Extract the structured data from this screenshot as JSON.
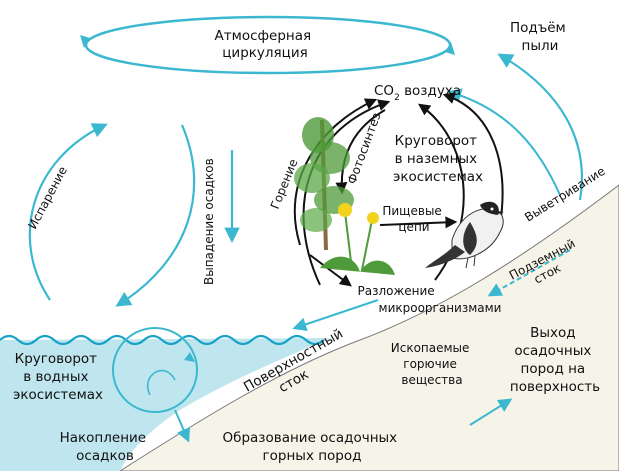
{
  "labels": {
    "atmospheric_circulation": [
      "Атмосферная",
      "циркуляция"
    ],
    "dust_rise": [
      "Подъём",
      "пыли"
    ],
    "co2": {
      "main": "CO",
      "sub": "2",
      "rest": " воздуха"
    },
    "photosynthesis": "Фотосинтез",
    "combustion": "Горение",
    "land_cycle": [
      "Круговорот",
      "в наземных",
      "экосистемах"
    ],
    "weathering": "Выветривание",
    "evaporation": "Испарение",
    "precipitation": "Выпадение осадков",
    "food_chains": [
      "Пищевые",
      "цепи"
    ],
    "underground_runoff": [
      "Подземный",
      "сток"
    ],
    "decomposition": [
      "Разложение",
      "микроорганизмами"
    ],
    "water_cycle": [
      "Круговорот",
      "в водных",
      "экосистемах"
    ],
    "surface_runoff": [
      "Поверхностный",
      "сток"
    ],
    "fossil_fuels": [
      "Ископаемые",
      "горючие",
      "вещества"
    ],
    "sediment_exit": [
      "Выход",
      "осадочных",
      "пород на",
      "поверхность"
    ],
    "sediment_accumulation": [
      "Накопление",
      "осадков"
    ],
    "sedimentary_formation": [
      "Образование осадочных",
      "горных пород"
    ]
  },
  "colors": {
    "cycle_arrows": "#3bb8cf",
    "biotic_arrows": "#111111",
    "water": "#bfe6ef",
    "wave": "#1aa3c6",
    "ground": "#f6f3e8",
    "plant": "#4f9a3a",
    "flower": "#f2d21b"
  }
}
